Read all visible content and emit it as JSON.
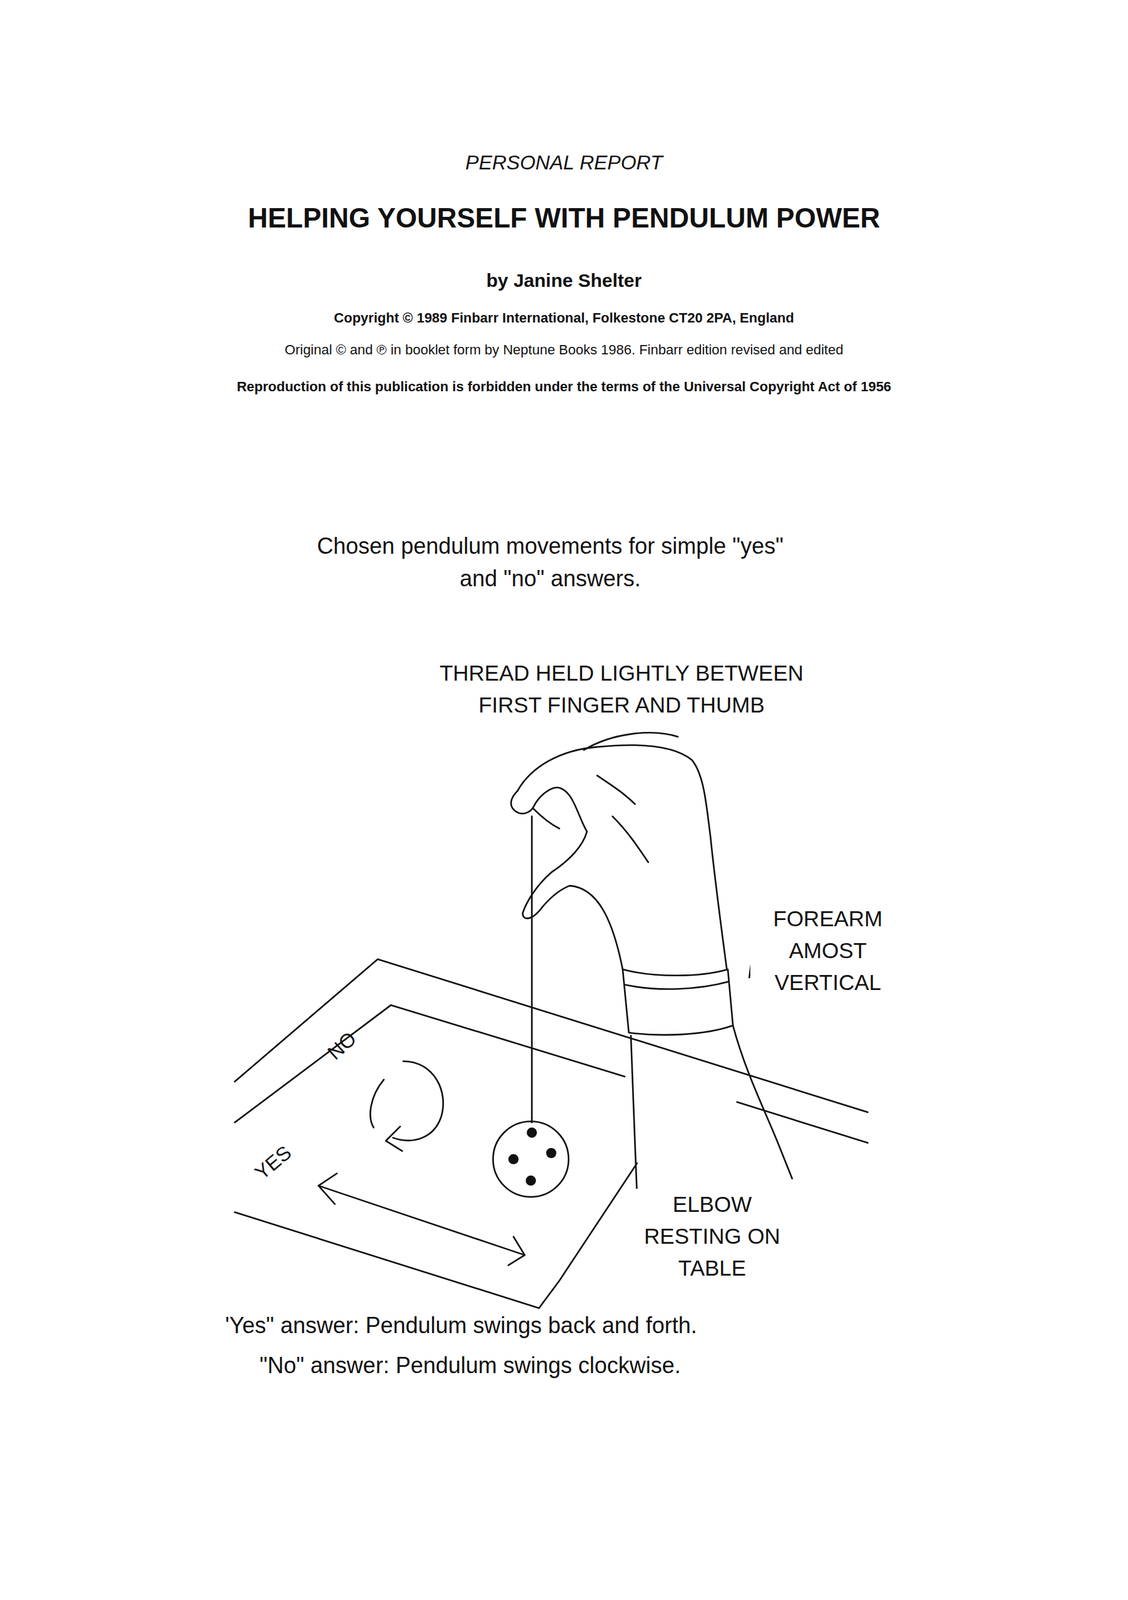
{
  "diagram": {
    "title": "HELPING YOURSELF WITH PENDULUM POWER",
    "labels": [
      "PERSONAL REPORT",
      "by Janine Shelter",
      "Copyright © 1989 Finbarr International, Folkestone CT20 2PA, England",
      "Original © and ℗ in booklet form by Neptune Books 1986. Finbarr edition revised and edited",
      "Reproduction of this publication is forbidden under the terms of the Universal Copyright Act of 1956",
      "Chosen pendulum movements for simple \"yes\" and \"no\" answers.",
      "THREAD HELD LIGHTLY BETWEEN FIRST FINGER AND THUMB",
      "FOREARM AMOST VERTICAL",
      "ELBOW RESTING ON TABLE",
      "NO",
      "YES",
      "'Yes\" answer: Pendulum swings back and forth.",
      "\"No\" answer: Pendulum swings clockwise."
    ]
  }
}
